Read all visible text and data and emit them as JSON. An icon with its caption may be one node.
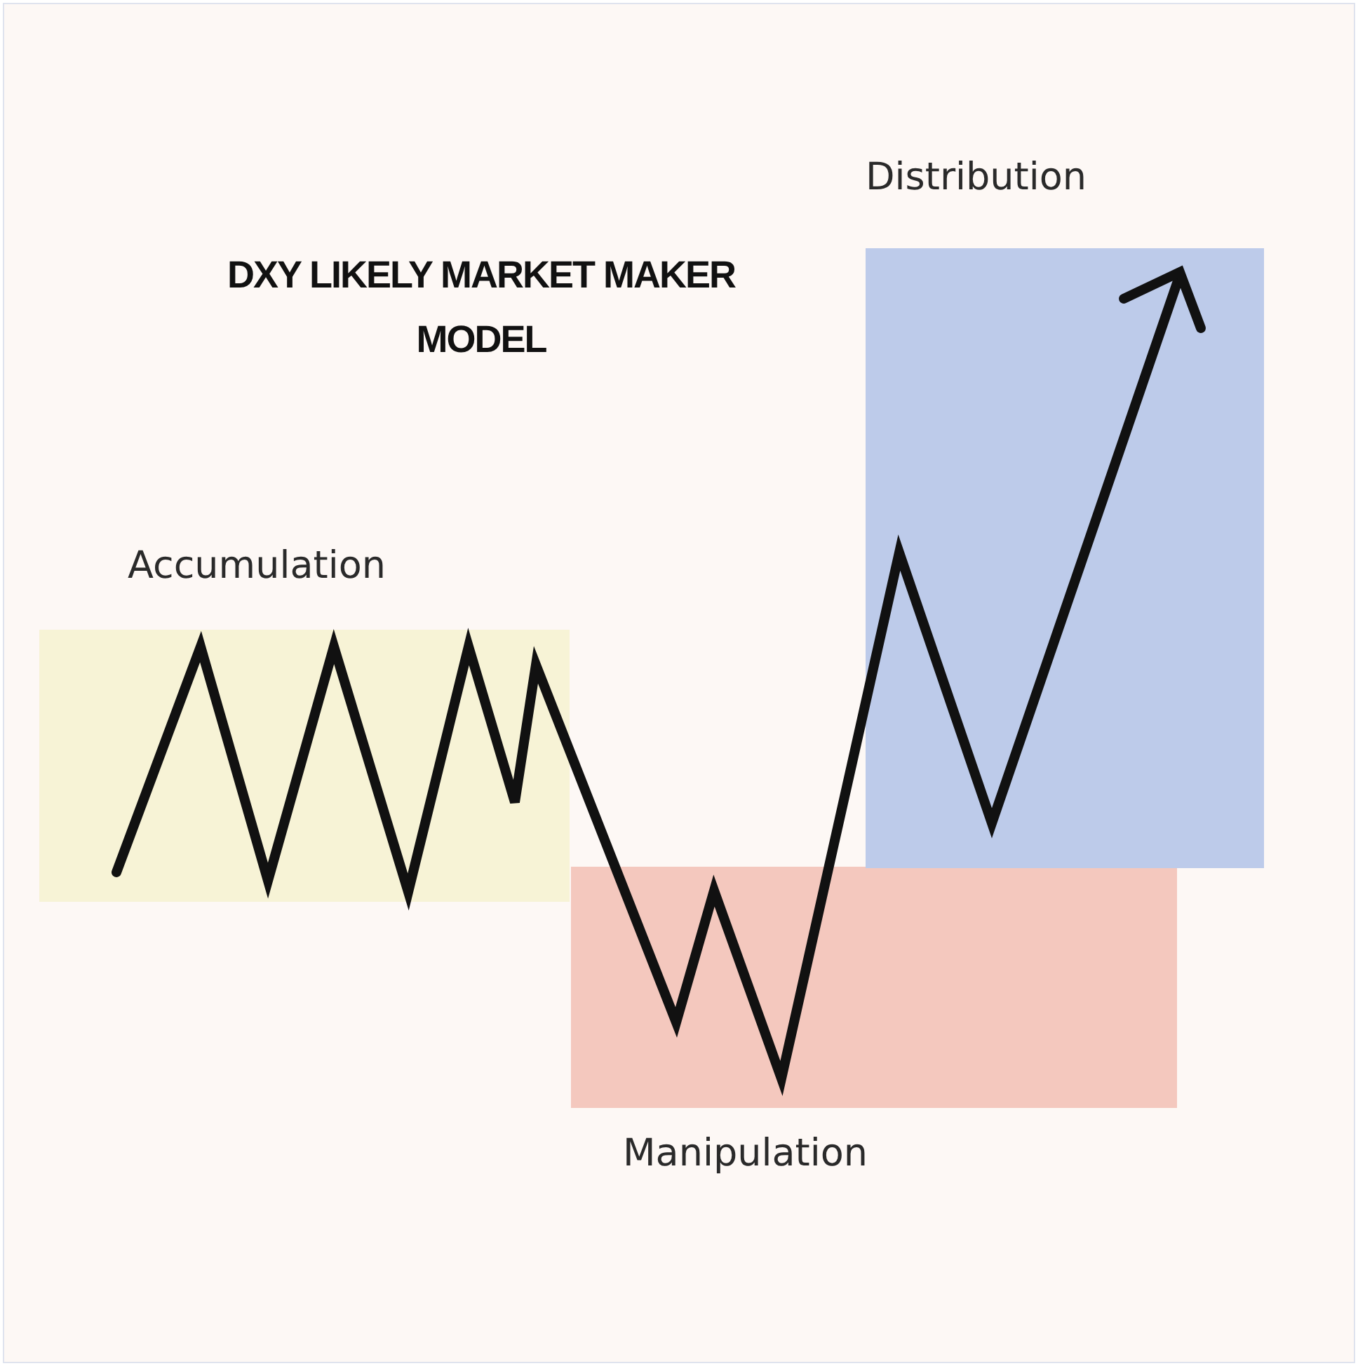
{
  "diagram": {
    "title": "DXY LIKELY MARKET MAKER MODEL",
    "nodes": [
      {
        "text": [
          "Accumulation"
        ]
      },
      {
        "text": [
          "Manipulation"
        ]
      },
      {
        "text": [
          "Distribution"
        ]
      }
    ]
  }
}
